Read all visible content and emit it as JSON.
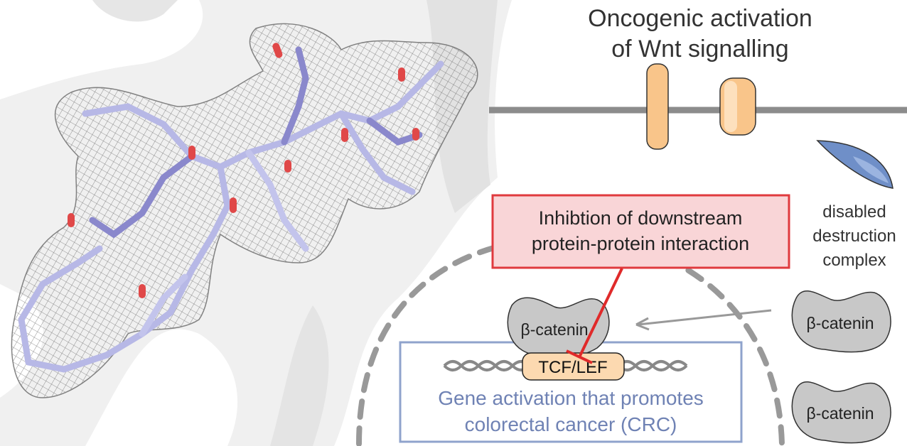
{
  "title": {
    "line1": "Oncogenic activation",
    "line2": "of Wnt signalling"
  },
  "destruction_complex": {
    "line1": "disabled",
    "line2": "destruction",
    "line3": "complex"
  },
  "inhibition_box": {
    "line1": "Inhibtion of downstream",
    "line2": "protein-protein interaction"
  },
  "beta_catenin": {
    "nuclear": "β-catenin",
    "cytoplasmic_1": "β-catenin",
    "cytoplasmic_2": "β-catenin"
  },
  "tcf_lef": "TCF/LEF",
  "gene_box": {
    "line1": "Gene activation that promotes",
    "line2": "colorectal cancer (CRC)"
  },
  "colors": {
    "inhibition_red": "#e03a3e",
    "gene_blue": "#6f82b4",
    "receptor_orange": "#f9c58a",
    "catenin_gray": "#c8c8c8"
  }
}
